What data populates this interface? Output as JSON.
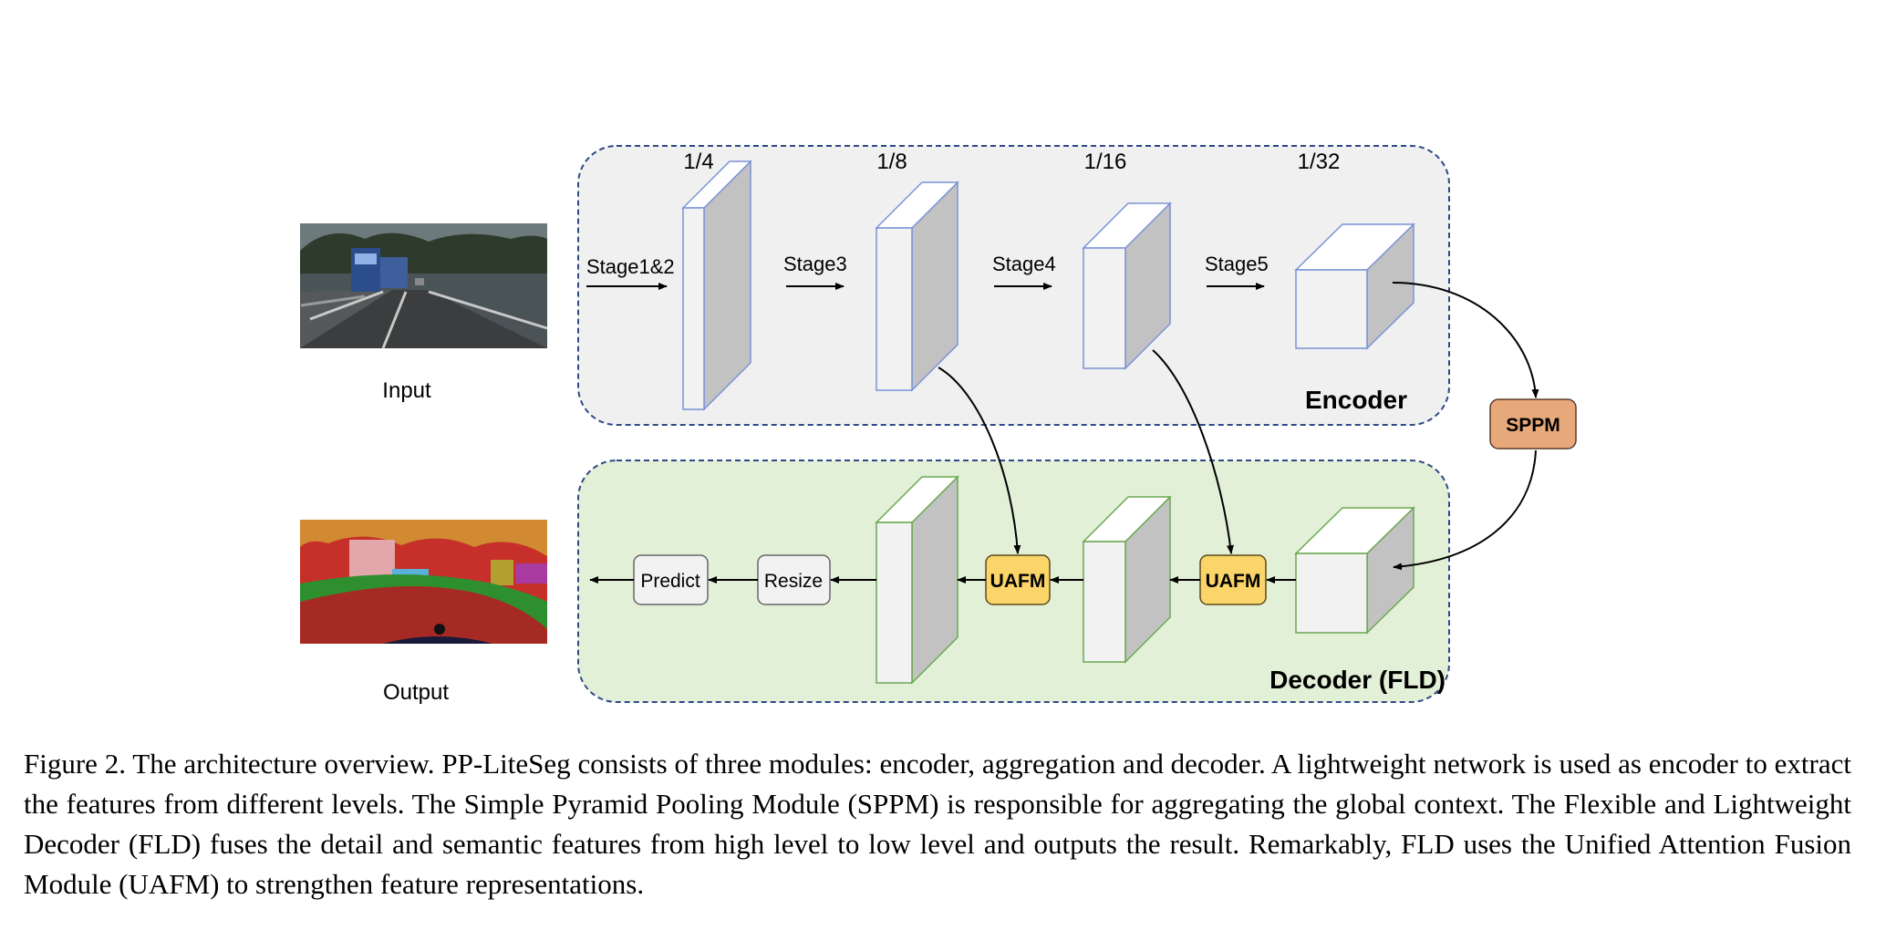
{
  "diagram": {
    "input_label": "Input",
    "output_label": "Output",
    "encoder_label": "Encoder",
    "decoder_label": "Decoder (FLD)",
    "scales": [
      "1/4",
      "1/8",
      "1/16",
      "1/32"
    ],
    "stages": [
      "Stage1&2",
      "Stage3",
      "Stage4",
      "Stage5"
    ],
    "sppm_label": "SPPM",
    "uafm_label": "UAFM",
    "resize_label": "Resize",
    "predict_label": "Predict"
  },
  "caption": "Figure 2. The architecture overview. PP-LiteSeg consists of three modules: encoder, aggregation and decoder. A lightweight network is used as encoder to extract the features from different levels. The Simple Pyramid Pooling Module (SPPM) is responsible for aggregating the global context. The Flexible and Lightweight Decoder (FLD) fuses the detail and semantic features from high level to low level and outputs the result. Remarkably, FLD uses the Unified Attention Fusion Module (UAFM) to strengthen feature representations.",
  "colors": {
    "encoder_bg": "#f0f0f0",
    "decoder_bg": "#e3f0d8",
    "border": "#2e4a86",
    "encoder_block": "#7b93d6",
    "decoder_block": "#6aa84f",
    "uafm": "#fbd46a",
    "sppm": "#e8a97a"
  }
}
